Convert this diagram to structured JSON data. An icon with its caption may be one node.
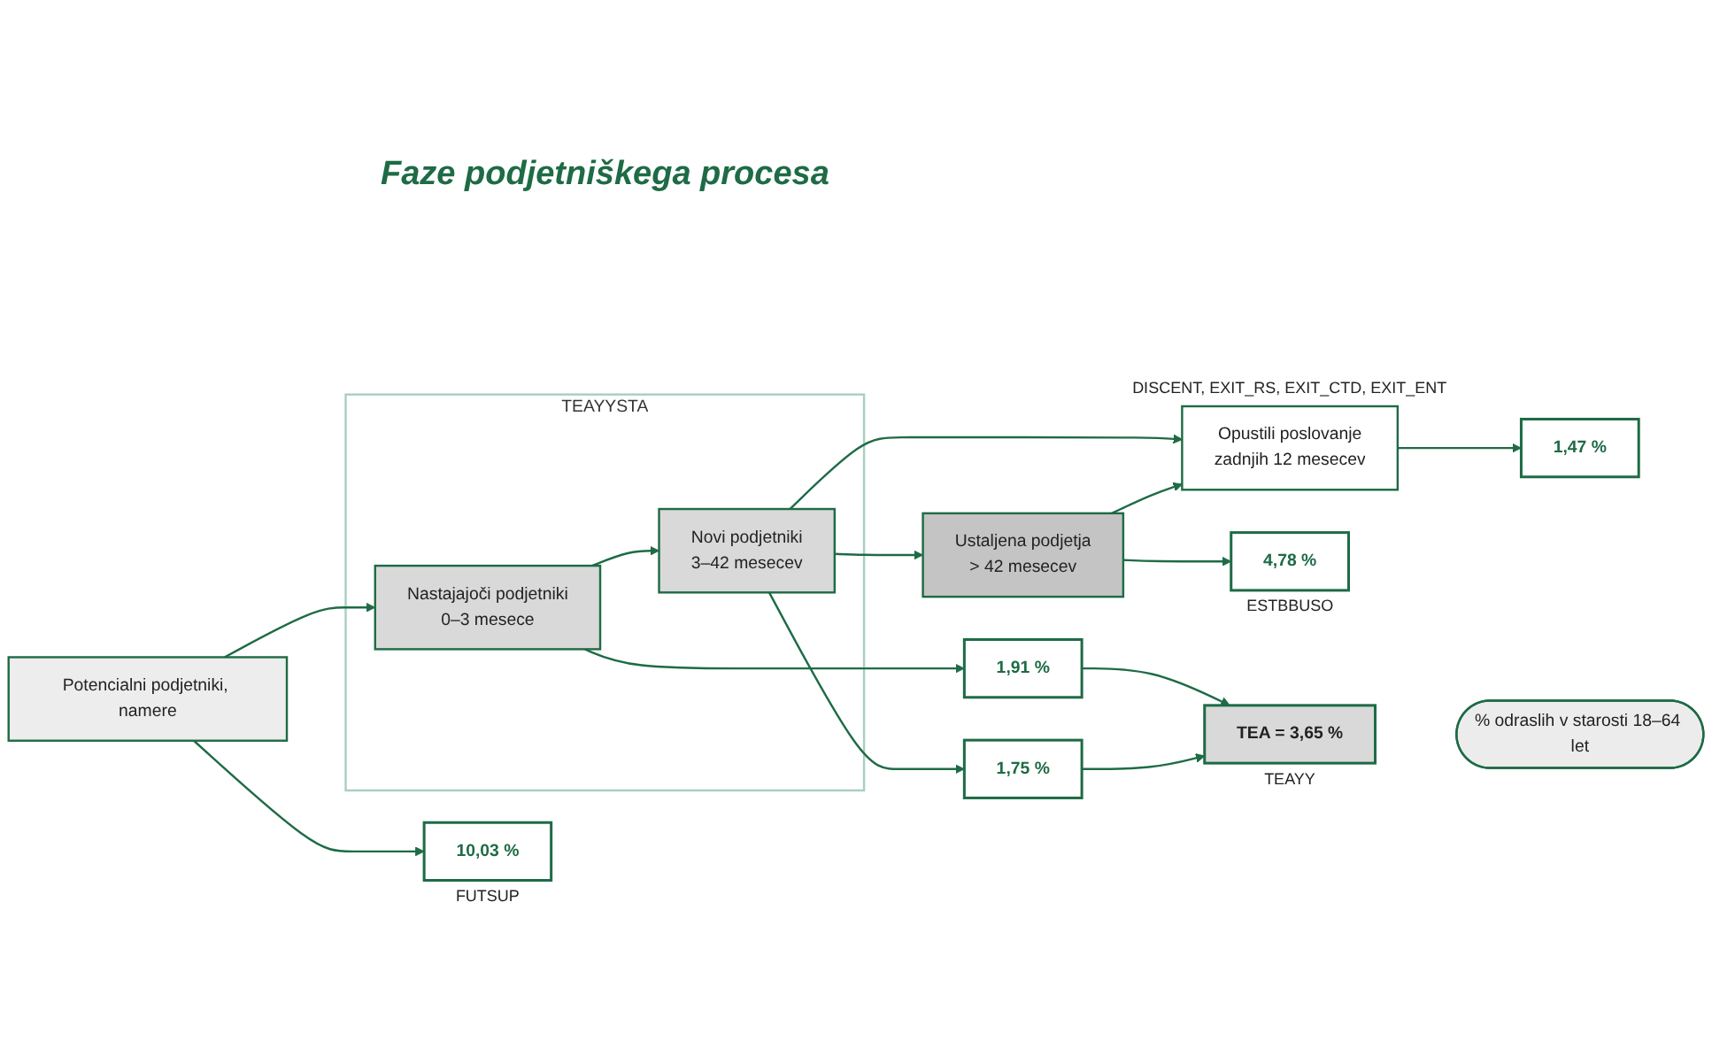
{
  "diagram": {
    "title": "Faze podjetniškega procesa",
    "nodes": [
      {
        "text": [
          "Potencialni podjetniki, namere"
        ]
      },
      {
        "text": [
          "TEAYYSTA"
        ]
      },
      {
        "text": [
          "Nastajajoči podjetniki",
          "0–3 mesece"
        ],
        "in": 1
      },
      {
        "text": [
          "Novi podjetniki",
          "3–42 mesecev"
        ],
        "in": 1
      },
      {
        "text": [
          "Ustaljena podjetja",
          "> 42 mesecev"
        ]
      },
      {
        "text": [
          "Opustili poslovanje",
          "zadnjih 12 mesecev"
        ],
        "beside": [
          "DISCENT, EXIT_RS, EXIT_CTD, EXIT_ENT"
        ]
      },
      {
        "text": [
          "1,47 %"
        ]
      },
      {
        "text": [
          "10,03 %"
        ],
        "beside": [
          "FUTSUP"
        ]
      },
      {
        "text": [
          "1,91 %"
        ]
      },
      {
        "text": [
          "1,75 %"
        ]
      },
      {
        "text": [
          "4,78 %"
        ],
        "beside": [
          "ESTBBUSO"
        ]
      },
      {
        "text": [
          "TEA = 3,65 %"
        ],
        "beside": [
          "TEAYY"
        ]
      },
      {
        "text": [
          "% odraslih v starosti 18–64 let"
        ]
      }
    ],
    "edges": [
      {
        "from": 0,
        "to": 2,
        "arrow": "to"
      },
      {
        "from": 2,
        "to": 3,
        "arrow": "to"
      },
      {
        "from": 3,
        "to": 4,
        "arrow": "to"
      },
      {
        "from": 3,
        "to": 5,
        "arrow": "to"
      },
      {
        "from": 5,
        "to": 6,
        "arrow": "to"
      },
      {
        "from": 4,
        "to": 5,
        "arrow": "to"
      },
      {
        "from": 0,
        "to": 7,
        "arrow": "to"
      },
      {
        "from": 2,
        "to": 8,
        "arrow": "to"
      },
      {
        "from": 3,
        "to": 9,
        "arrow": "to"
      },
      {
        "from": 4,
        "to": 10,
        "arrow": "to"
      },
      {
        "from": 8,
        "to": 11,
        "arrow": "to"
      },
      {
        "from": 9,
        "to": 11,
        "arrow": "to"
      }
    ]
  }
}
